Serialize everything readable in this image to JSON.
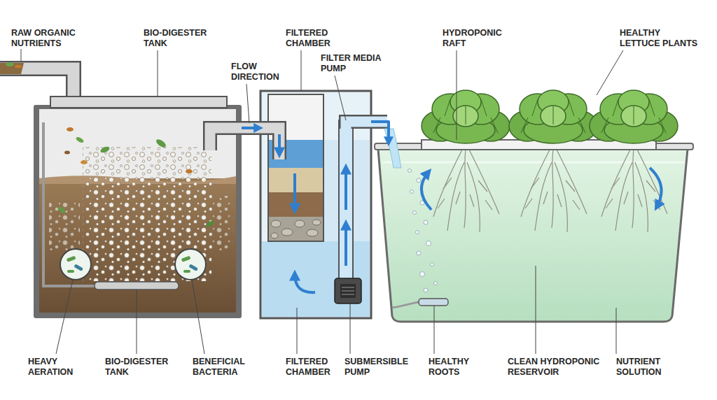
{
  "diagram": {
    "nodes": [
      {
        "text": [
          "BIO-DIGESTER TANK"
        ]
      },
      {
        "text": [
          "FILTERED CHAMBER"
        ]
      },
      {
        "text": [
          "CLEAN HYDROPONIC RESERVOIR"
        ]
      }
    ],
    "edges": [
      {
        "from": 0,
        "to": 1,
        "arrow": "to"
      },
      {
        "from": 1,
        "to": 2,
        "arrow": "to"
      }
    ],
    "labels": [
      "RAW ORGANIC NUTRIENTS",
      "FLOW DIRECTION",
      "FILTER MEDIA PUMP",
      "HYDROPONIC RAFT",
      "HEALTHY LETTUCE PLANTS",
      "HEAVY AERATION",
      "BIO-DIGESTER TANK",
      "BENEFICIAL BACTERIA",
      "FILTERED CHAMBER",
      "SUBMERSIBLE PUMP",
      "HEALTHY ROOTS",
      "NUTRIENT SOLUTION"
    ]
  }
}
